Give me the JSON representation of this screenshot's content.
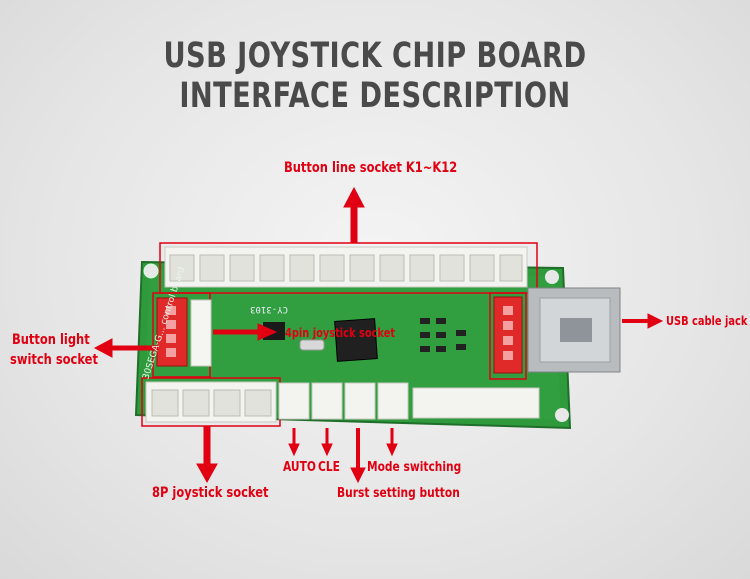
{
  "title": "USB JOYSTICK CHIP BOARD INTERFACE DESCRIPTION",
  "board": {
    "model": "CY-3103",
    "side_text": "30SEGA-G... control board"
  },
  "callouts": {
    "button_line": "Button line socket K1~K12",
    "usb_cable": "USB cable jack",
    "button_light_line1": "Button light",
    "button_light_line2": "switch socket",
    "joystick_4p": "4pin joystick socket",
    "joystick_8p": "8P joystick socket",
    "auto": "AUTO",
    "cle": "CLE",
    "mode": "Mode switching",
    "burst": "Burst setting button"
  },
  "colors": {
    "accent_red": "#e00012",
    "pcb_green": "#2f9a3c",
    "title_gray": "#4a4a4a"
  }
}
